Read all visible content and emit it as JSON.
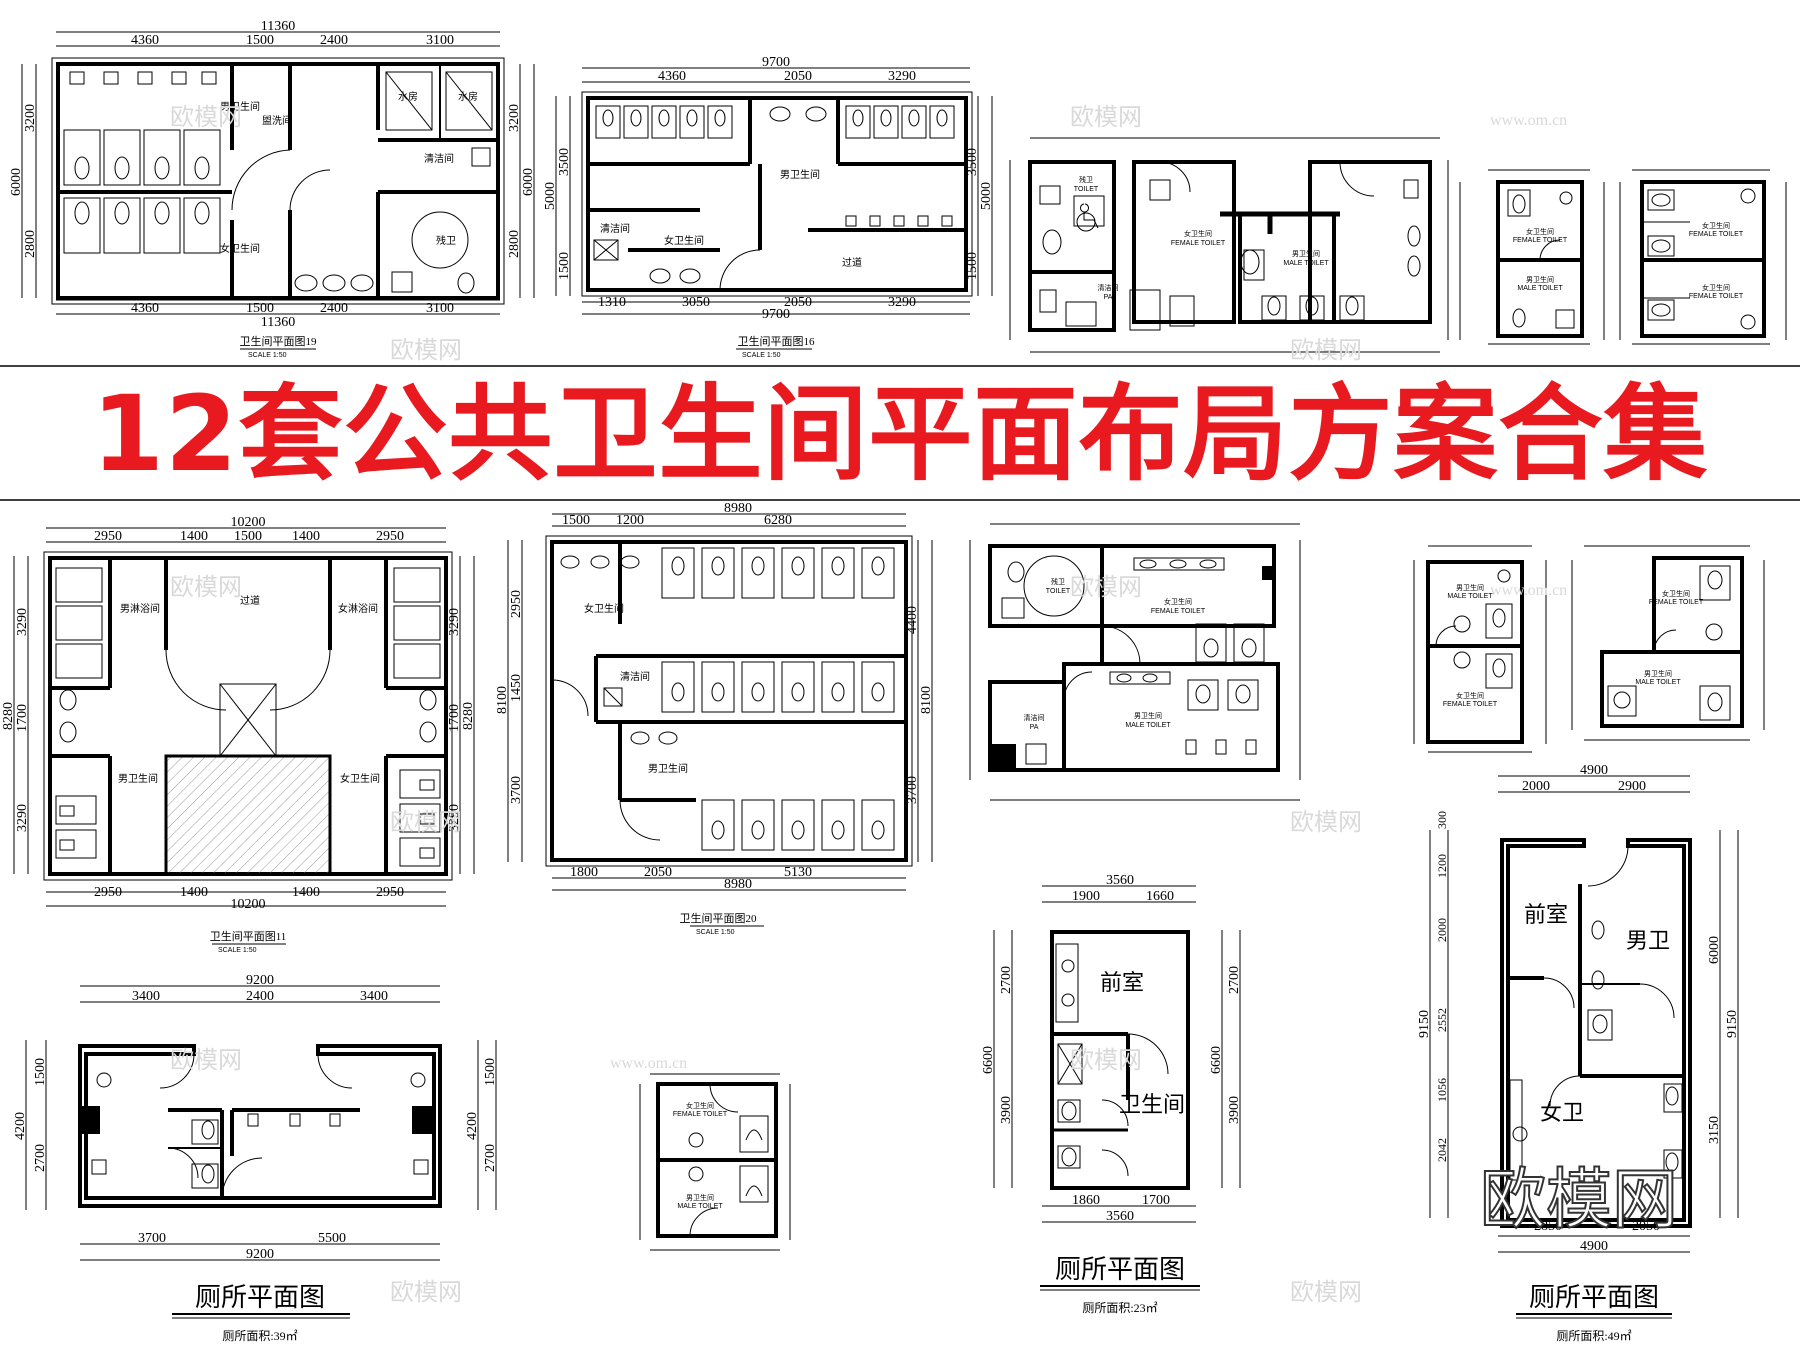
{
  "banner_title": "12套公共卫生间平面布局方案合集",
  "watermark": "欧模网",
  "watermark_url": "www.om.cn",
  "plan1": {
    "dims_top": [
      "11360",
      "4360",
      "1500",
      "2400",
      "3100"
    ],
    "dims_bottom": [
      "4360",
      "1500",
      "2400",
      "3100",
      "11360"
    ],
    "dims_left": [
      "6000",
      "3200",
      "2800"
    ],
    "dims_right": [
      "6000",
      "3200",
      "2800"
    ],
    "rooms": [
      "男卫生间",
      "盥洗间",
      "女卫生间",
      "残卫",
      "清洁间",
      "水房",
      "水房"
    ],
    "caption": "卫生间平面图19",
    "scale": "SCALE 1:50"
  },
  "plan2": {
    "dims_top": [
      "9700",
      "4360",
      "2050",
      "3290"
    ],
    "dims_bottom": [
      "1310",
      "3050",
      "2050",
      "3290",
      "9700"
    ],
    "dims_left": [
      "5000",
      "3500",
      "1500"
    ],
    "dims_right": [
      "5000",
      "3500",
      "1500"
    ],
    "rooms": [
      "男卫生间",
      "女卫生间",
      "清洁间",
      "过道"
    ],
    "caption": "卫生间平面图16",
    "scale": "SCALE 1:50"
  },
  "plan3": {
    "rooms": [
      "残卫",
      "TOILET",
      "女卫生间",
      "FEMALE TOILET",
      "男卫生间",
      "MALE TOILET",
      "清洁间",
      "PA"
    ]
  },
  "plan4": {
    "rooms": [
      "女卫生间",
      "FEMALE TOILET",
      "男卫生间",
      "MALE TOILET"
    ]
  },
  "plan5": {
    "rooms": [
      "女卫生间",
      "FEMALE TOILET",
      "女卫生间",
      "FEMALE TOILET"
    ]
  },
  "plan6": {
    "dims_top": [
      "10200",
      "2950",
      "1400",
      "1500",
      "1400",
      "2950"
    ],
    "dims_bottom": [
      "2950",
      "1400",
      "10200",
      "1400",
      "2950"
    ],
    "dims_left": [
      "8280",
      "3290",
      "1700",
      "3290"
    ],
    "dims_right": [
      "8280",
      "3290",
      "1700",
      "3290"
    ],
    "rooms": [
      "男淋浴间",
      "过道",
      "女淋浴间",
      "男卫生间",
      "女卫生间"
    ],
    "caption": "卫生间平面图11",
    "scale": "SCALE 1:50"
  },
  "plan7": {
    "dims_top": [
      "8980",
      "1500",
      "1200",
      "6280"
    ],
    "dims_bottom": [
      "1800",
      "2050",
      "8980",
      "5130"
    ],
    "dims_left": [
      "8100",
      "2950",
      "1450",
      "3700"
    ],
    "dims_right": [
      "8100",
      "4400",
      "3700"
    ],
    "rooms": [
      "女卫生间",
      "清洁间",
      "男卫生间"
    ],
    "caption": "卫生间平面图20",
    "scale": "SCALE 1:50"
  },
  "plan8": {
    "rooms": [
      "残卫",
      "TOILET",
      "女卫生间",
      "FEMALE TOILET",
      "清洁间",
      "PA",
      "男卫生间",
      "MALE TOILET"
    ]
  },
  "plan9": {
    "rooms": [
      "男卫生间",
      "MALE TOILET",
      "女卫生间",
      "FEMALE TOILET"
    ]
  },
  "plan10": {
    "rooms": [
      "女卫生间",
      "FEMALE TOILET",
      "男卫生间",
      "MALE TOILET"
    ]
  },
  "plan11": {
    "dims_top": [
      "9200",
      "3400",
      "2400",
      "3400"
    ],
    "dims_bottom": [
      "3700",
      "5500",
      "9200"
    ],
    "dims_left": [
      "4200",
      "1500",
      "2700"
    ],
    "dims_right": [
      "4200",
      "1500",
      "2700"
    ],
    "caption": "厕所平面图",
    "area": "厕所面积:39㎡"
  },
  "plan12": {
    "rooms": [
      "女卫生间",
      "FEMALE TOILET",
      "男卫生间",
      "MALE TOILET"
    ]
  },
  "plan13": {
    "dims_top": [
      "3560",
      "1900",
      "1660"
    ],
    "dims_bottom": [
      "1860",
      "1700",
      "3560"
    ],
    "dims_left": [
      "6600",
      "2700",
      "3900"
    ],
    "dims_right": [
      "6600",
      "2700",
      "3900"
    ],
    "rooms": [
      "前室",
      "卫生间"
    ],
    "caption": "厕所平面图",
    "area": "厕所面积:23㎡"
  },
  "plan14": {
    "dims_top": [
      "4900",
      "2000",
      "2900"
    ],
    "dims_bottom": [
      "2850",
      "2050",
      "4900"
    ],
    "dims_left": [
      "9150",
      "300",
      "1200",
      "2000",
      "2552",
      "1056",
      "2042"
    ],
    "dims_right": [
      "9150",
      "6000",
      "3150"
    ],
    "rooms": [
      "前室",
      "男卫",
      "女卫"
    ],
    "caption": "厕所平面图",
    "area": "厕所面积:49㎡"
  },
  "colors": {
    "banner": "#e8191f",
    "lines": "#000000",
    "watermark": "#d9d9d9"
  }
}
